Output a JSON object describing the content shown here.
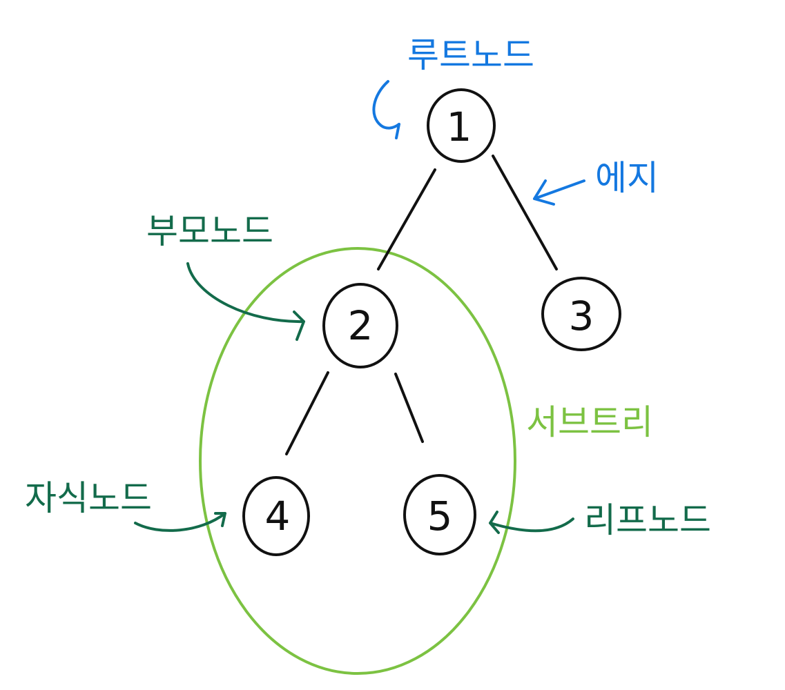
{
  "colors": {
    "ink": "#111111",
    "blue": "#1478e0",
    "green": "#136b4b",
    "lime": "#7cc242"
  },
  "nodes": [
    {
      "id": "node-1",
      "label": "1"
    },
    {
      "id": "node-2",
      "label": "2"
    },
    {
      "id": "node-3",
      "label": "3"
    },
    {
      "id": "node-4",
      "label": "4"
    },
    {
      "id": "node-5",
      "label": "5"
    }
  ],
  "edges": [
    {
      "from": "1",
      "to": "2"
    },
    {
      "from": "1",
      "to": "3"
    },
    {
      "from": "2",
      "to": "4"
    },
    {
      "from": "2",
      "to": "5"
    }
  ],
  "annotations": {
    "root": "루트노드",
    "edge": "에지",
    "parent": "부모노드",
    "subtree": "서브트리",
    "child": "자식노드",
    "leaf": "리프노드"
  }
}
